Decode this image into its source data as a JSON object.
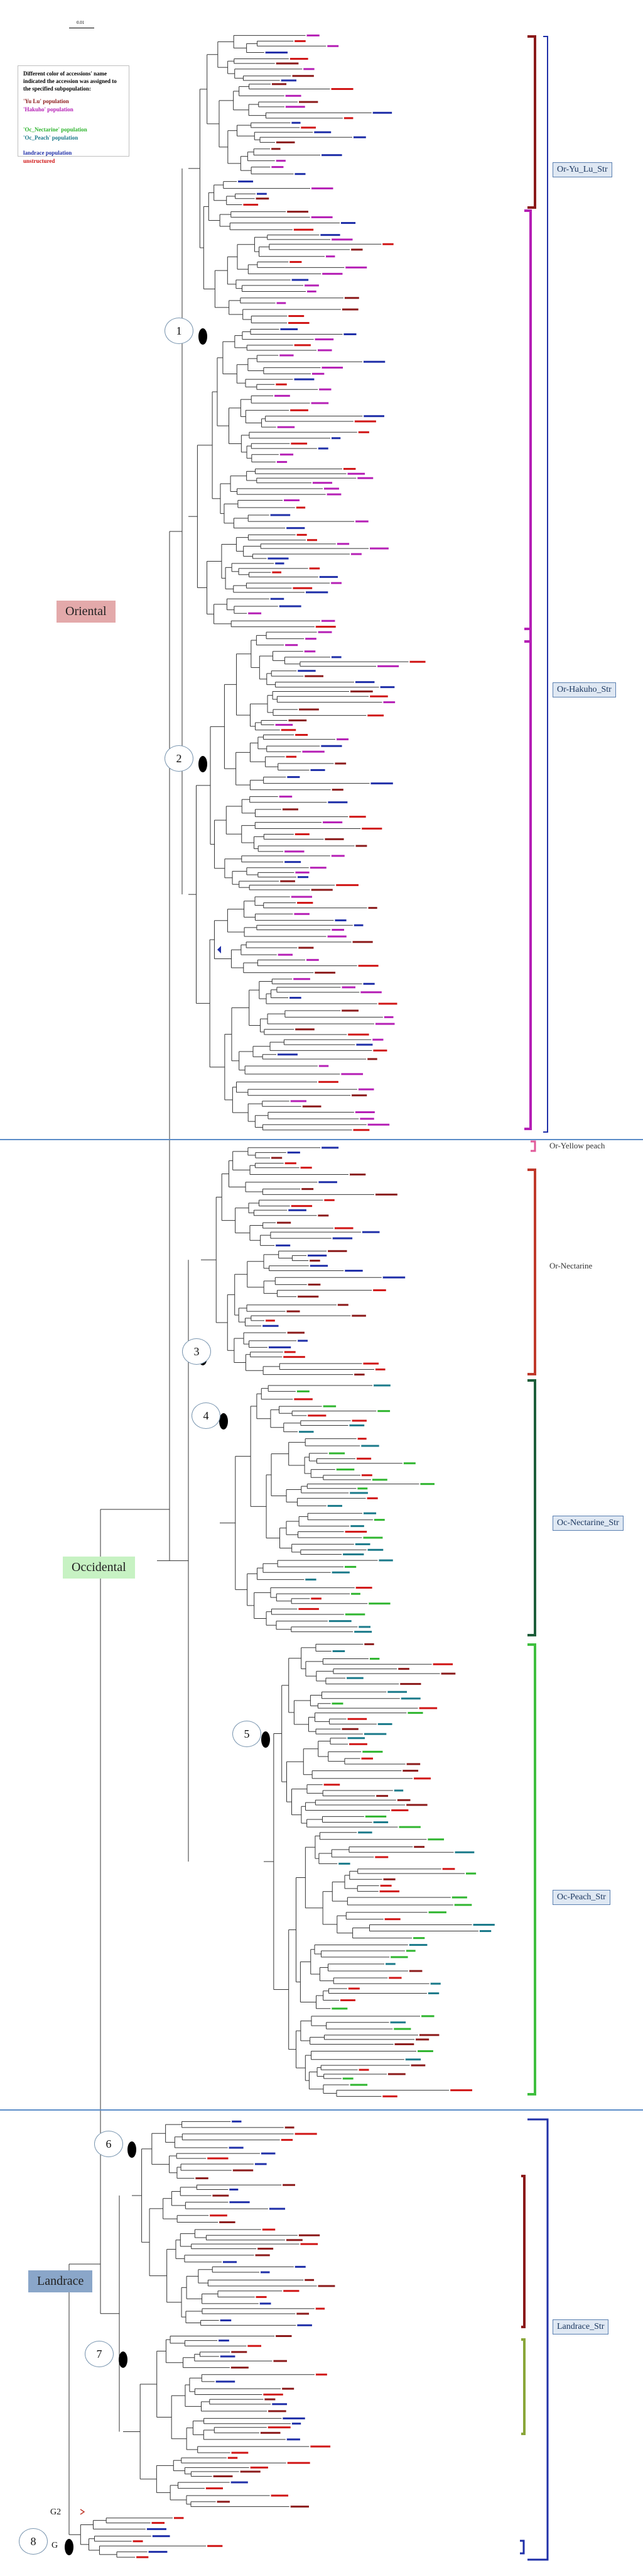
{
  "scale": {
    "label": "0.01"
  },
  "legend": {
    "header": "Different color of accessions' name indicated the accession was assigned to the specified subpopulation:",
    "rows": [
      {
        "text": "'Yu Lu' population",
        "color": "#8b1a1a"
      },
      {
        "text": "'Hakuho' population",
        "color": "#b51fb5"
      },
      {
        "text": "'Oc_Nectarine' population",
        "color": "#2fb52f"
      },
      {
        "text": "'Oc_Peach' population",
        "color": "#1b7a8a"
      },
      {
        "text": "landrace population",
        "color": "#1f2fa8"
      },
      {
        "text": "unstructured",
        "color": "#d01515"
      }
    ]
  },
  "groups": {
    "oriental": {
      "label": "Oriental",
      "color": "#e3a9aa"
    },
    "occidental": {
      "label": "Occidental",
      "color": "#c7f2c3"
    },
    "landrace": {
      "label": "Landrace",
      "color": "#8aa6c9"
    }
  },
  "clades": [
    "1",
    "2",
    "3",
    "4",
    "5",
    "6",
    "7",
    "8"
  ],
  "side_labels": {
    "yulu": "Or-Yu_Lu_Str",
    "hakuho": "Or-Hakuho_Str",
    "yellow": "Or-Yellow peach",
    "nectarine": "Or-Nectarine",
    "oc_nect": "Oc-Nectarine_Str",
    "oc_peach": "Oc-Peach_Str",
    "landrace": "Landrace_Str"
  },
  "outgroups": {
    "g2": "G2",
    "g": "G"
  },
  "colors": {
    "separator": "#5b8cc8",
    "yulu_bracket": "#8b1a1a",
    "hakuho_bracket": "#b51fb5",
    "nect_bracket": "#c0392b",
    "ocnect_bracket": "#1d5e3a",
    "ocpeach_bracket": "#3fbf3f",
    "landrace_bracket": "#1f2fa8",
    "olive_bracket": "#8aa63a",
    "pink_bracket": "#e05a9a",
    "branch": "#333333"
  }
}
